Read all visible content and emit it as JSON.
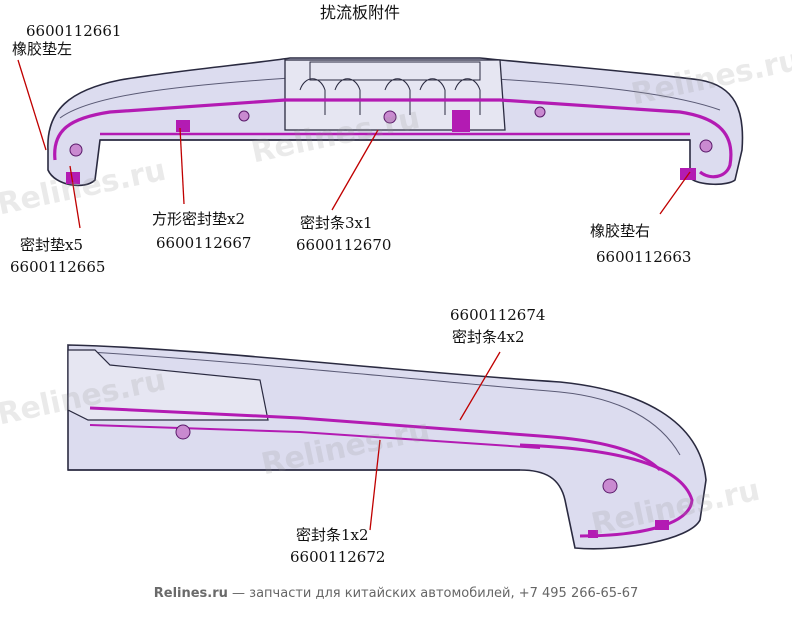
{
  "title": "扰流板附件",
  "colors": {
    "seal": "#b31bb3",
    "body": "#dcdcef",
    "outline": "#2a2a40",
    "leader": "#c00000"
  },
  "labels": {
    "rubber_pad_left": {
      "part_no": "6600112661",
      "name": "橡胶垫左"
    },
    "seal_pad": {
      "name": "密封垫x5",
      "part_no": "6600112665"
    },
    "square_seal_pad": {
      "name": "方形密封垫x2",
      "part_no": "6600112667"
    },
    "seal_strip_3": {
      "name": "密封条3x1",
      "part_no": "6600112670"
    },
    "rubber_pad_right": {
      "name": "橡胶垫右",
      "part_no": "6600112663"
    },
    "seal_strip_4": {
      "part_no": "6600112674",
      "name": "密封条4x2"
    },
    "seal_strip_1": {
      "name": "密封条1x2",
      "part_no": "6600112672"
    }
  },
  "watermark": "Relines.ru",
  "footer": {
    "brand": "Relines.ru",
    "text": " — запчасти для китайских автомобилей, +7 495 266-65-67"
  }
}
